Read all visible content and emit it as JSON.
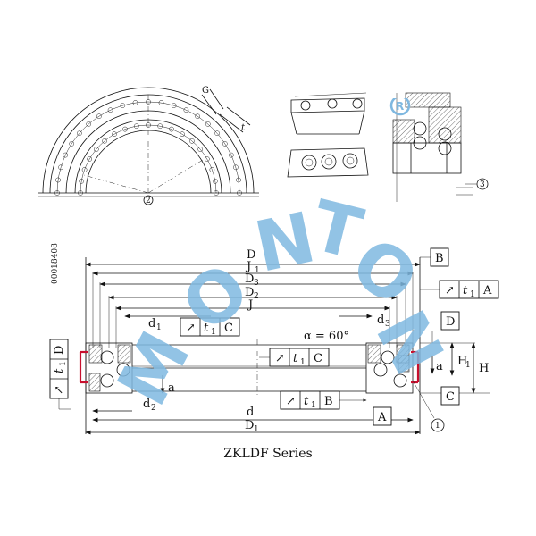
{
  "drawing_number": "00018408",
  "series_caption": "ZKLDF Series",
  "watermark_text": "MONTON",
  "dimensions": {
    "D": "D",
    "J1": "J",
    "J1_sub": "1",
    "D3": "D",
    "D3_sub": "3",
    "D2": "D",
    "D2_sub": "2",
    "J": "J",
    "d1": "d",
    "d1_sub": "1",
    "d3": "d",
    "d3_sub": "3",
    "d2": "d",
    "d2_sub": "2",
    "d": "d",
    "D1": "D",
    "D1_sub": "1",
    "alpha": "α = 60°",
    "a_left": "a",
    "a_right": "a",
    "H1": "H",
    "H1_sub": "1",
    "H": "H",
    "G": "G",
    "t": "t"
  },
  "datums": {
    "A": "A",
    "B": "B",
    "C": "C",
    "D": "D"
  },
  "tolerance_frames": [
    {
      "id": "right-top",
      "symbol": "↗",
      "tol": "t",
      "tol_sub": "1",
      "datum": "A"
    },
    {
      "id": "center-C-upper",
      "symbol": "↗",
      "tol": "t",
      "tol_sub": "1",
      "datum": "C"
    },
    {
      "id": "center-C-mid",
      "symbol": "↗",
      "tol": "t",
      "tol_sub": "1",
      "datum": "C"
    },
    {
      "id": "center-B",
      "symbol": "↗",
      "tol": "t",
      "tol_sub": "1",
      "datum": "B"
    },
    {
      "id": "left-D",
      "symbol": "↗",
      "tol": "t",
      "tol_sub": "1",
      "datum": "D"
    }
  ],
  "callouts": {
    "c1": "1",
    "c2": "2",
    "c3": "3"
  },
  "colors": {
    "seal_red": "#c8102e",
    "watermark_blue": "#7fb8e0"
  }
}
